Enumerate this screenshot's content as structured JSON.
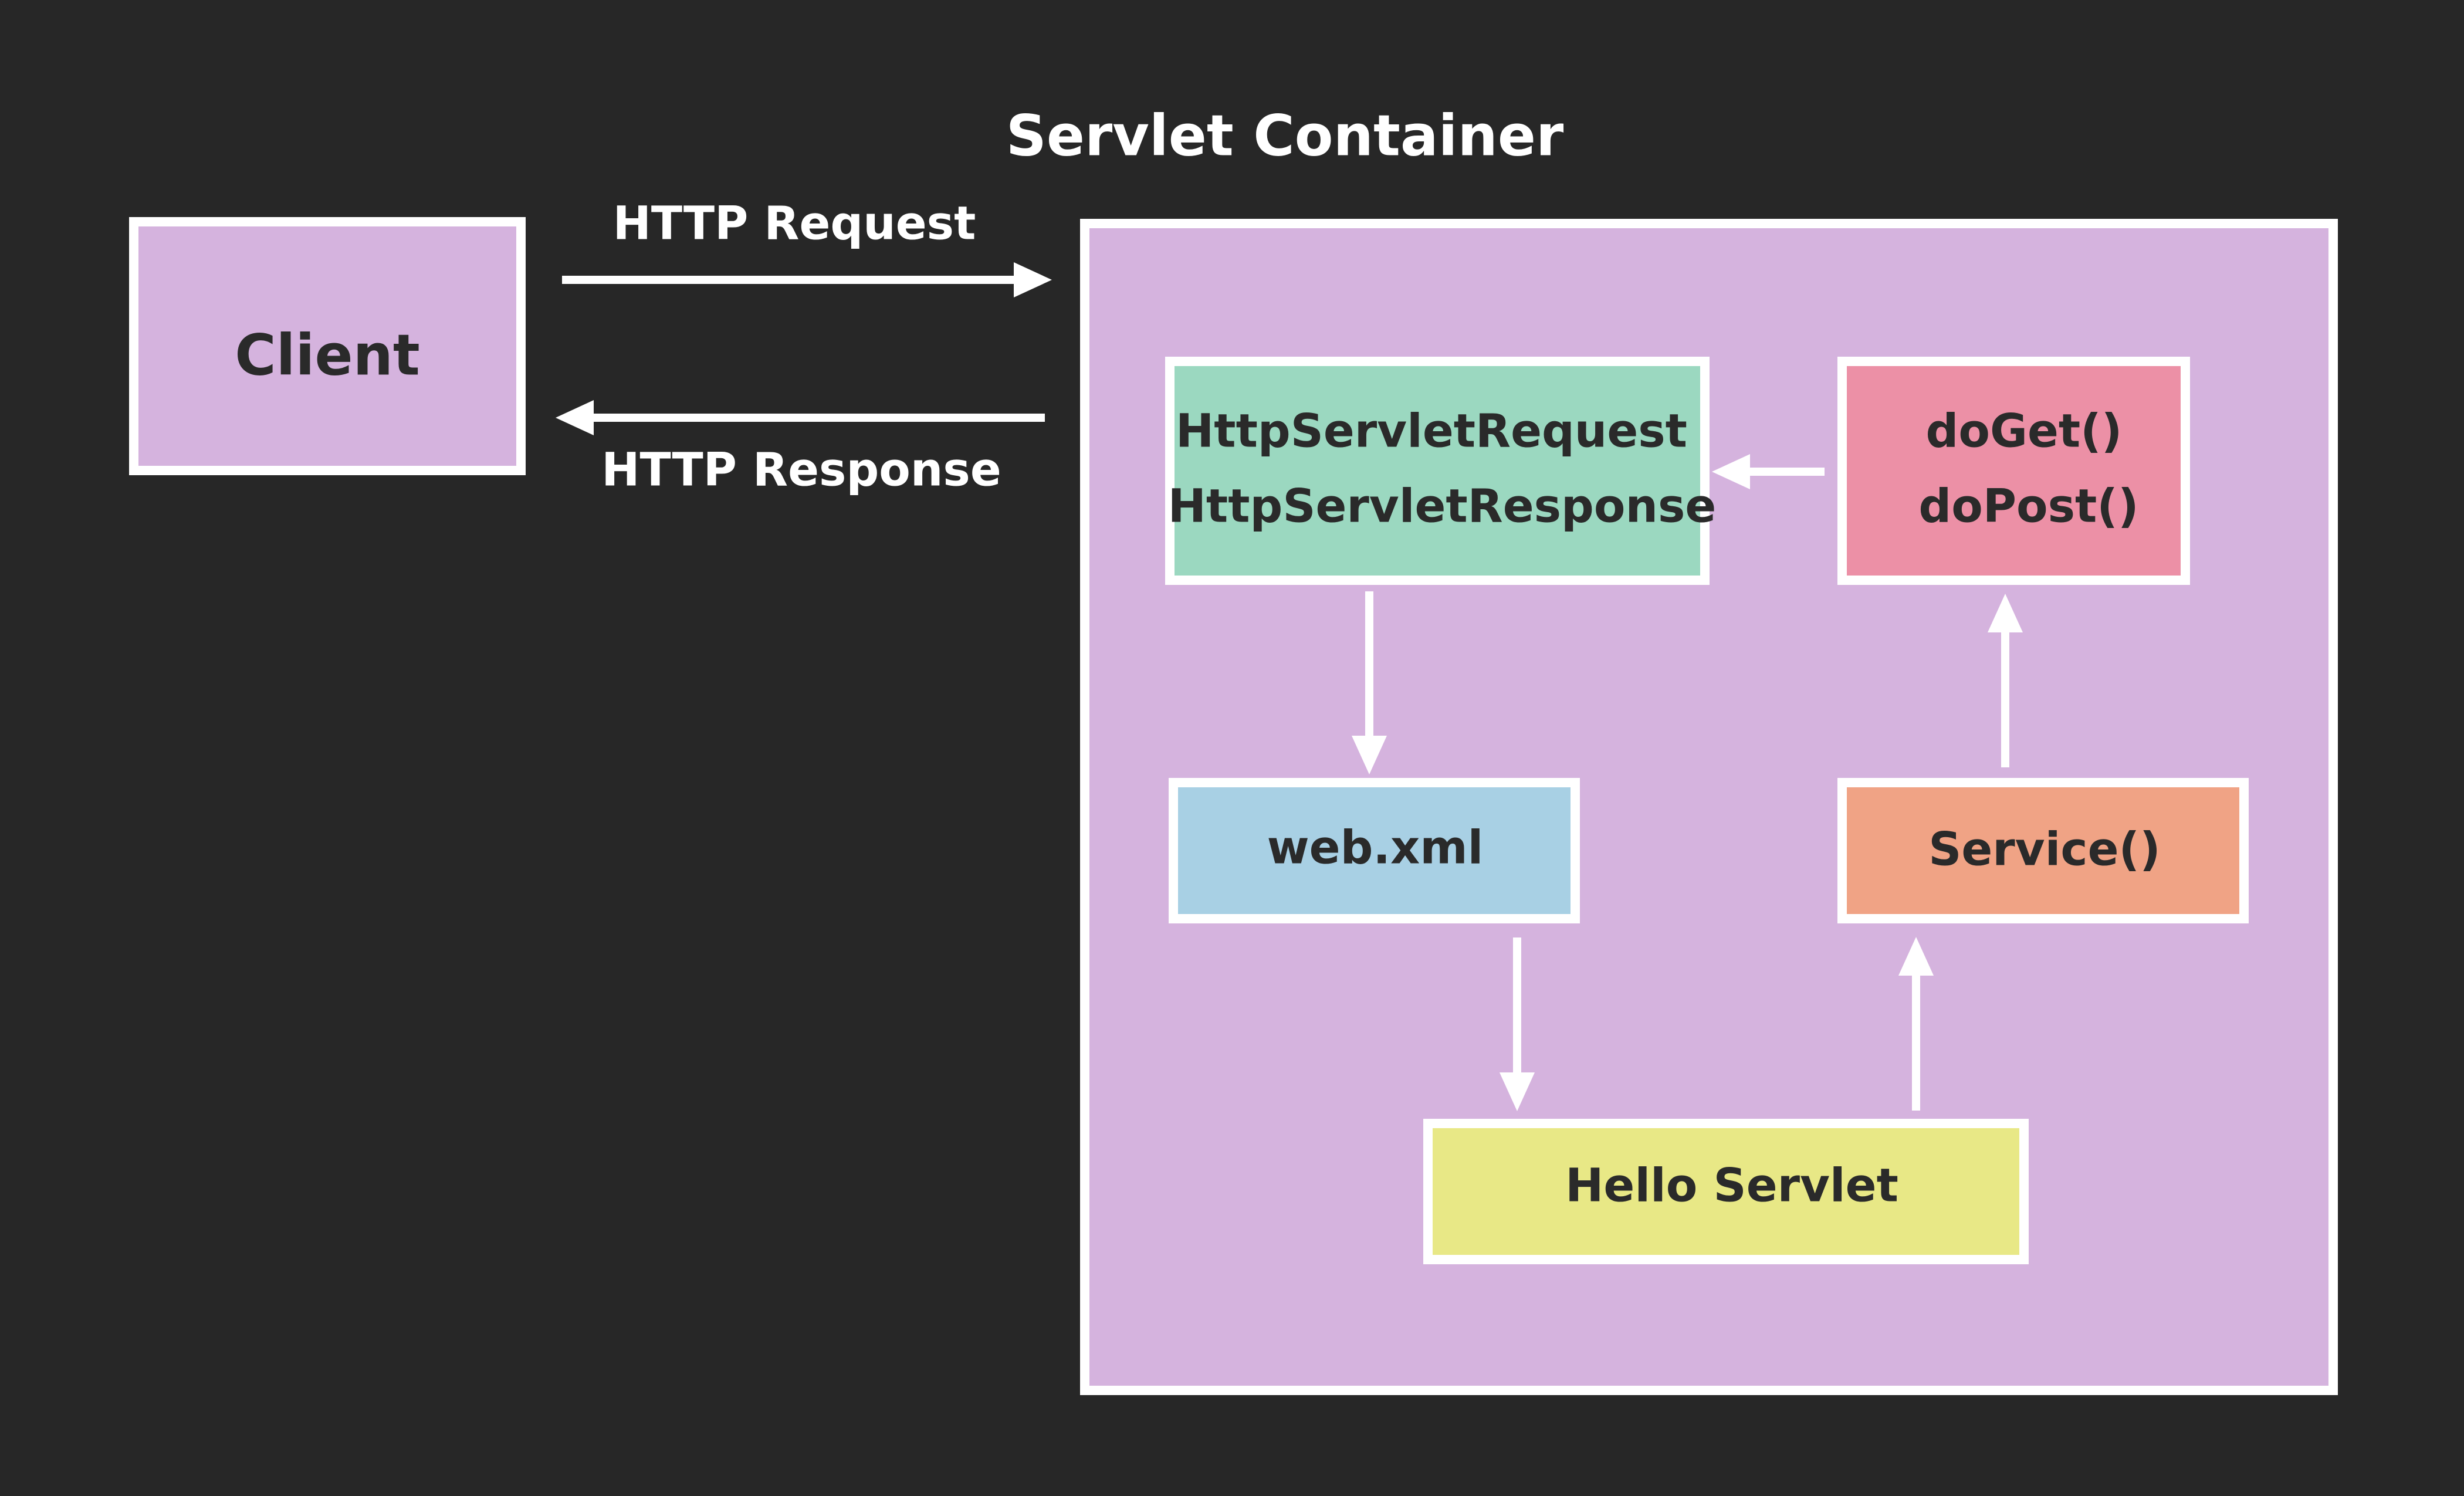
{
  "title": "Servlet Container",
  "client": {
    "label": "Client"
  },
  "edges": {
    "request_label": "HTTP Request",
    "response_label": "HTTP Response"
  },
  "container": {
    "request_response": {
      "line1": "HttpServletRequest",
      "line2": "HttpServletResponse"
    },
    "methods": {
      "line1": "doGet()",
      "line2": "doPost()"
    },
    "web_xml": {
      "label": "web.xml"
    },
    "service": {
      "label": "Service()"
    },
    "hello_servlet": {
      "label": "Hello Servlet"
    }
  },
  "colors": {
    "background": "#272727",
    "container": "#d5b3de",
    "client": "#d5b3de",
    "request_response": "#9bd8c0",
    "methods": "#ec90a6",
    "web_xml": "#a8d0e4",
    "service": "#f0a385",
    "hello_servlet": "#e8e886",
    "border": "#ffffff"
  }
}
